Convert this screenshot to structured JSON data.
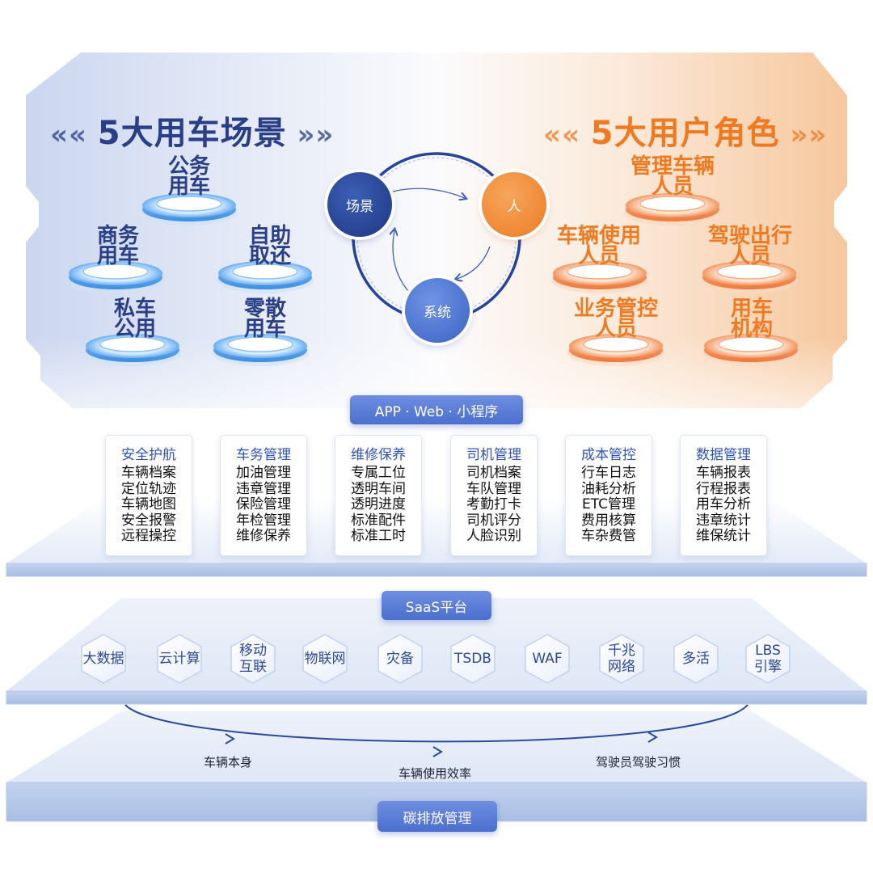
{
  "scenes": {
    "title": "5大用车场景",
    "items": [
      "公务\n用车",
      "商务\n用车",
      "自助\n取还",
      "私车\n公用",
      "零散\n用车"
    ]
  },
  "roles": {
    "title": "5大用户角色",
    "items": [
      "管理车辆\n人员",
      "车辆使用\n人员",
      "驾驶出行\n人员",
      "业务管控\n人员",
      "用车\n机构"
    ]
  },
  "cycle": {
    "nodes": [
      "场景",
      "人",
      "系统"
    ]
  },
  "access": "APP · Web · 小程序",
  "modules": [
    {
      "title": "安全护航",
      "items": [
        "车辆档案",
        "定位轨迹",
        "车辆地图",
        "安全报警",
        "远程操控"
      ]
    },
    {
      "title": "车务管理",
      "items": [
        "加油管理",
        "违章管理",
        "保险管理",
        "年检管理",
        "维修保养"
      ]
    },
    {
      "title": "维修保养",
      "items": [
        "专属工位",
        "透明车间",
        "透明进度",
        "标准配件",
        "标准工时"
      ]
    },
    {
      "title": "司机管理",
      "items": [
        "司机档案",
        "车队管理",
        "考勤打卡",
        "司机评分",
        "人脸识别"
      ]
    },
    {
      "title": "成本管控",
      "items": [
        "行车日志",
        "油耗分析",
        "ETC管理",
        "费用核算",
        "车杂费管"
      ]
    },
    {
      "title": "数据管理",
      "items": [
        "车辆报表",
        "行程报表",
        "用车分析",
        "违章统计",
        "维保统计"
      ]
    }
  ],
  "platform": "SaaS平台",
  "tech": [
    "大数据",
    "云计算",
    "移动\n互联",
    "物联网",
    "灾备",
    "TSDB",
    "WAF",
    "千兆\n网络",
    "多活",
    "LBS\n引擎"
  ],
  "flow": [
    "车辆本身",
    "车辆使用效率",
    "驾驶员驾驶习惯"
  ],
  "carbon": "碳排放管理",
  "colors": {
    "blue": "#2a3f86",
    "accent": "#4b6fcf",
    "orange": "#ee7a22"
  }
}
